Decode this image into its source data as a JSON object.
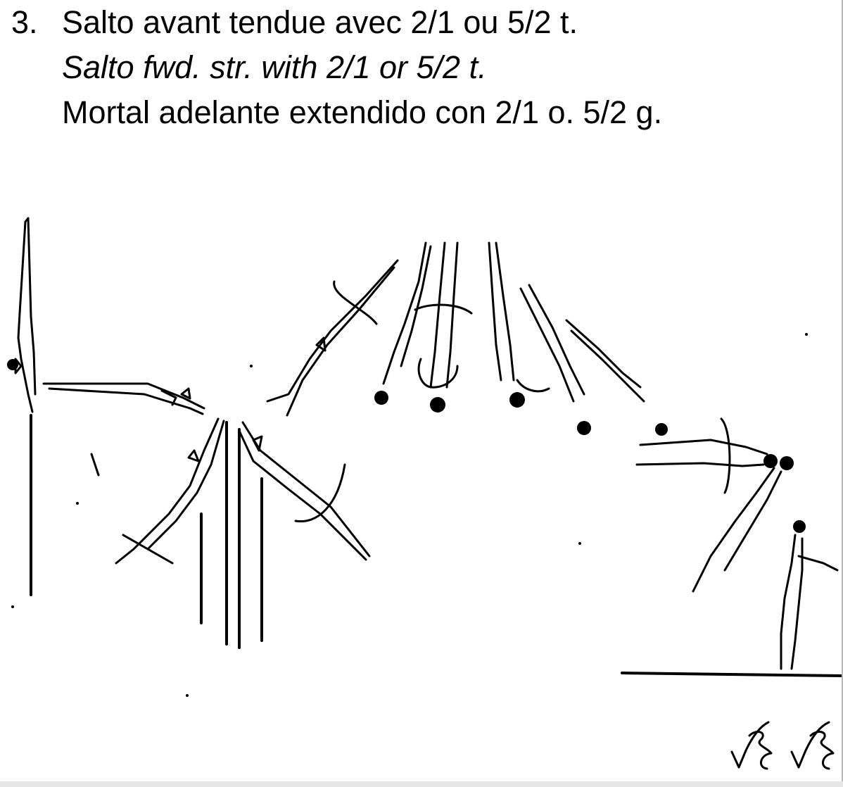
{
  "heading": {
    "number": "3.",
    "french": "Salto avant tendue avec 2/1 ou 5/2 t.",
    "english": "Salto fwd. str. with 2/1 or 5/2 t.",
    "spanish": "Mortal adelante extendido con 2/1 o. 5/2 g."
  },
  "colors": {
    "ink": "#000000",
    "paper": "#ffffff"
  },
  "icons": [
    "gymnast-figure-icon",
    "twist-arrow-icon",
    "element-symbol-icon"
  ]
}
